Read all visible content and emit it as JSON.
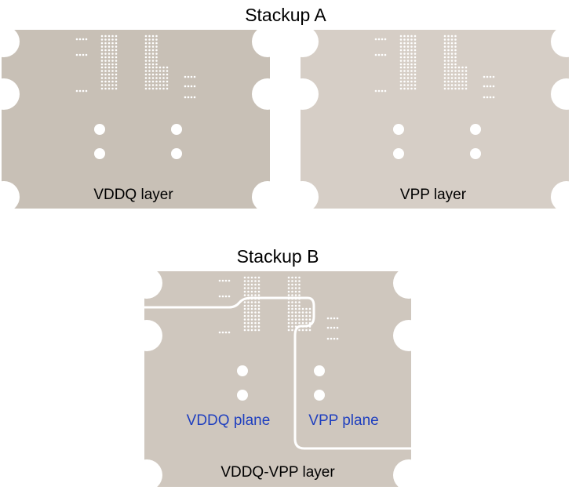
{
  "stackup_a": {
    "title": "Stackup A",
    "panels": [
      {
        "label": "VDDQ layer",
        "color": "#c8c0b6"
      },
      {
        "label": "VPP layer",
        "color": "#d6cec6"
      }
    ]
  },
  "stackup_b": {
    "title": "Stackup B",
    "panel": {
      "label": "VDDQ-VPP layer",
      "color": "#cfc7be"
    },
    "planes": [
      {
        "label": "VDDQ plane",
        "color": "#1f3fbf"
      },
      {
        "label": "VPP plane",
        "color": "#1f3fbf"
      }
    ]
  }
}
